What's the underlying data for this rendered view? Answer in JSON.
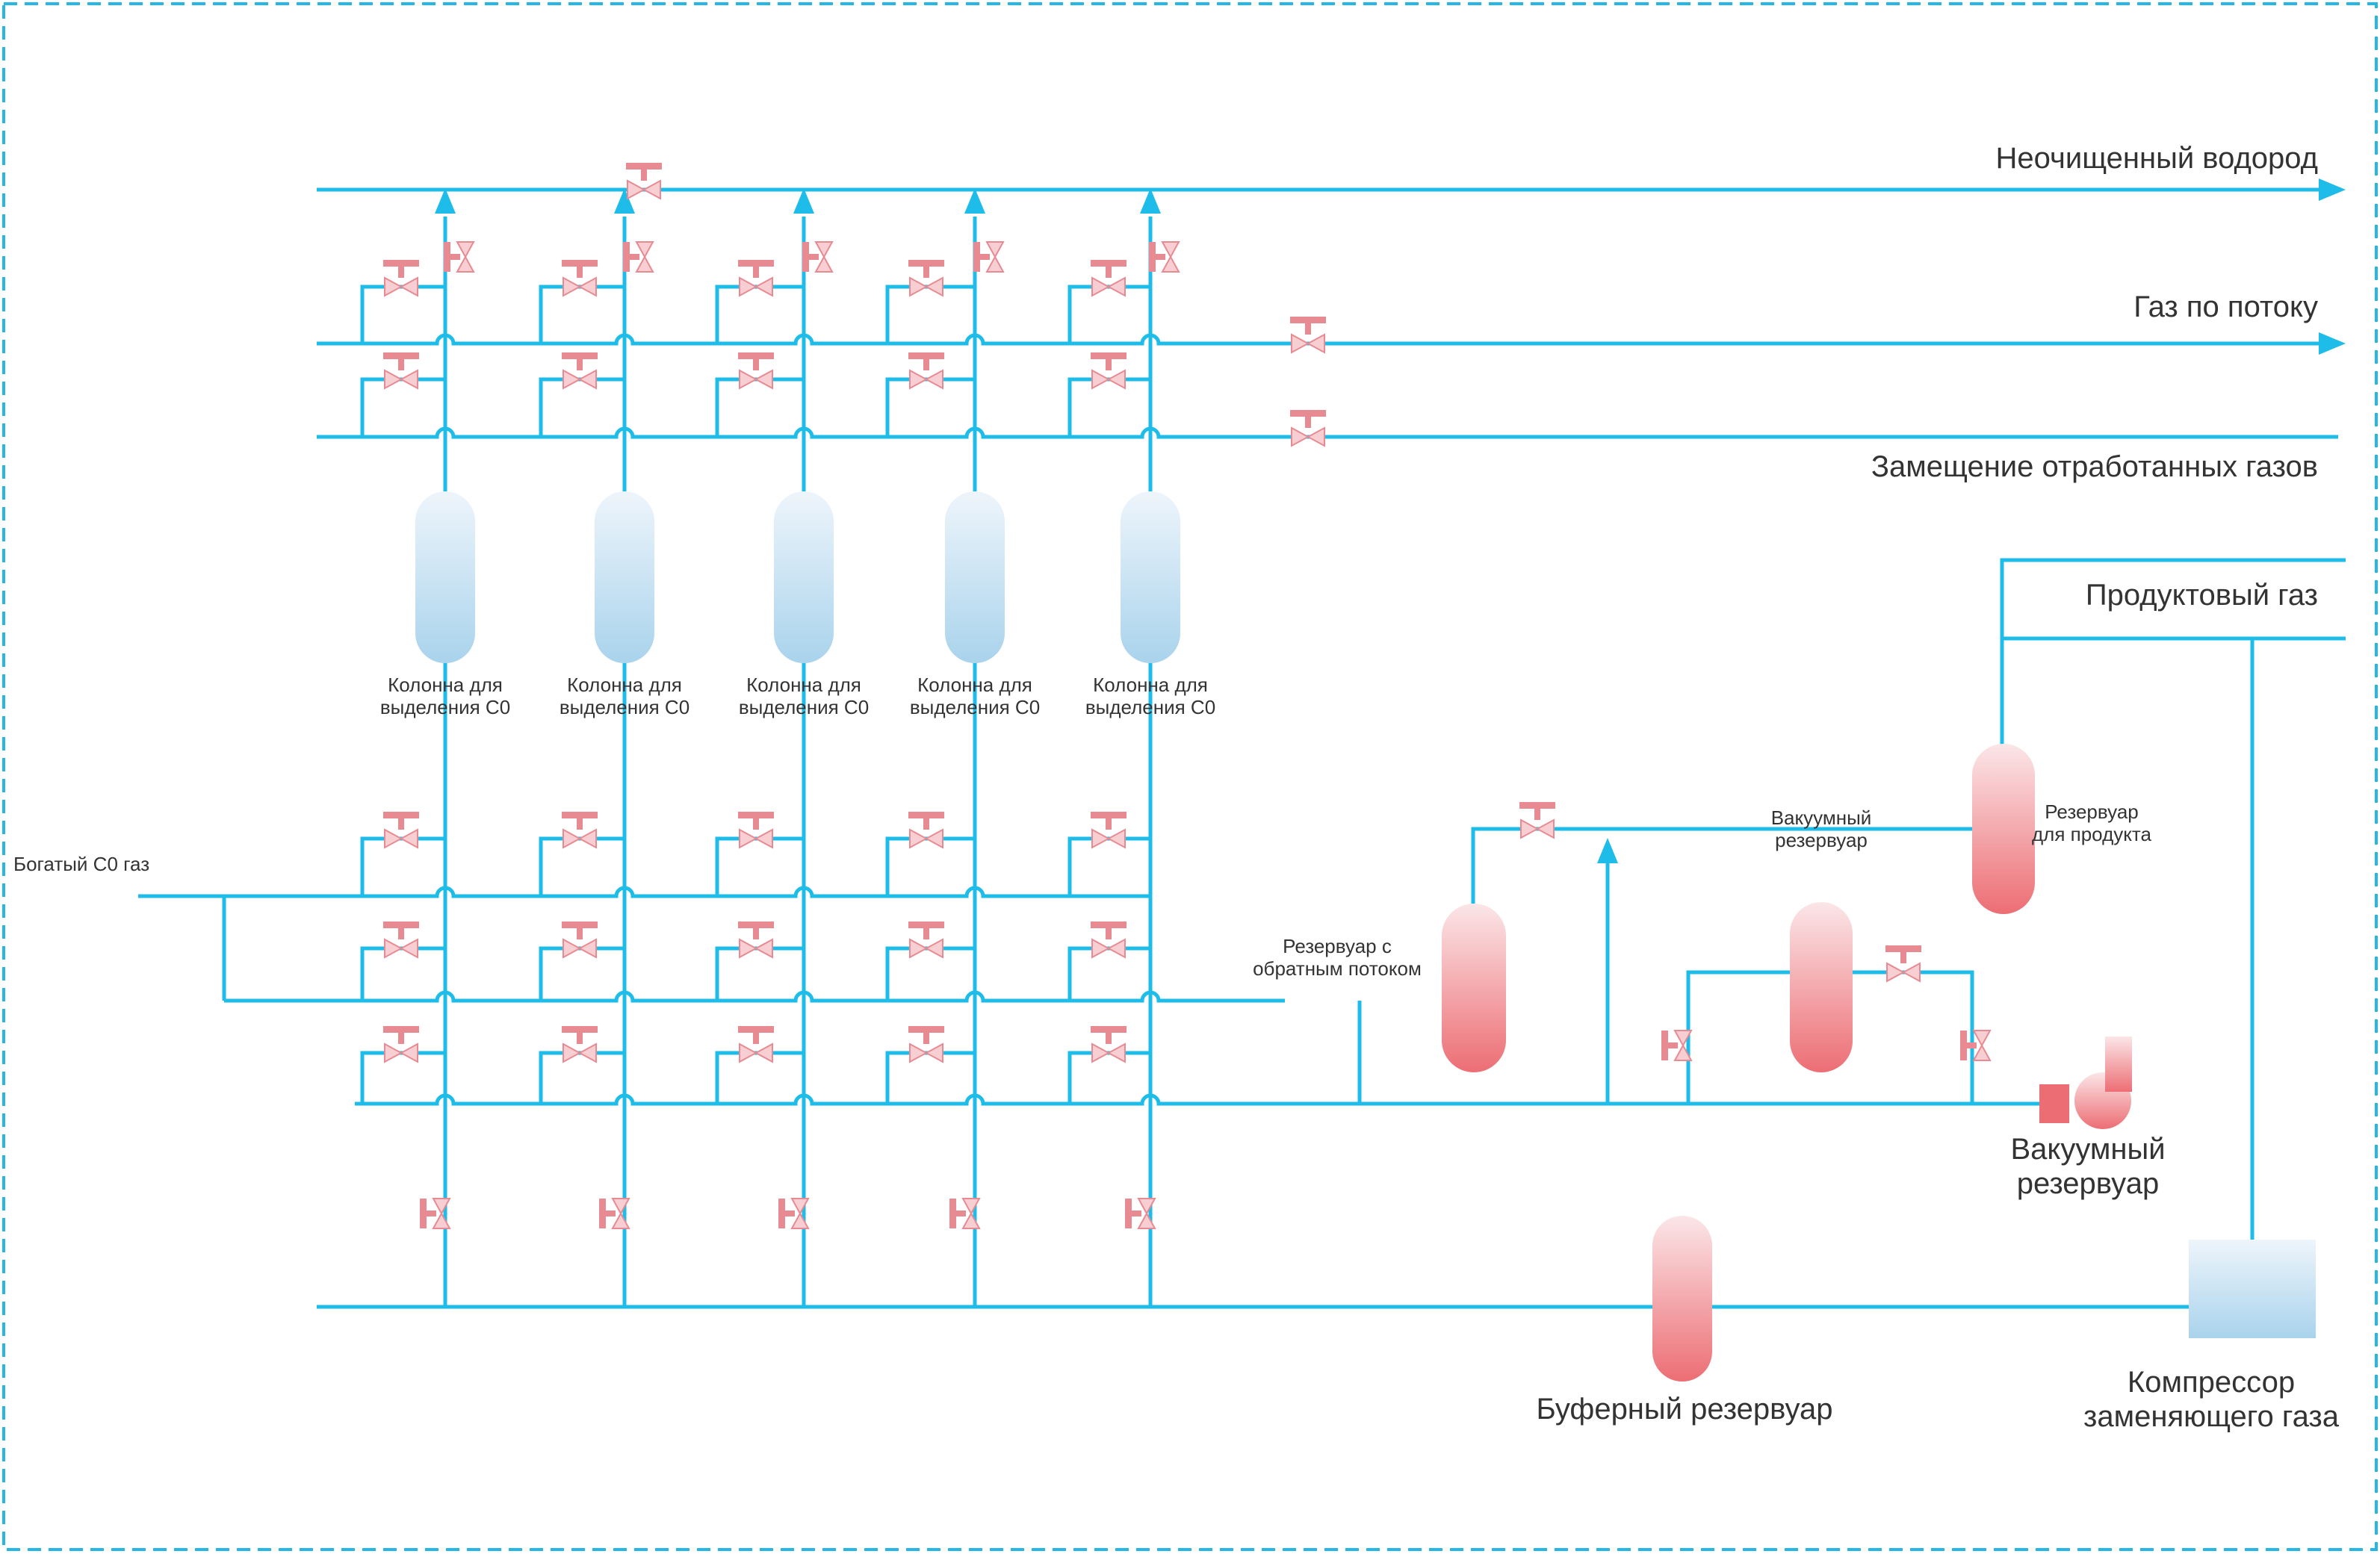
{
  "colors": {
    "pipe": "#1ebce8",
    "valve": "#e88a92",
    "valve_light": "#f7cfd3",
    "frame": "#26b7e6",
    "column_top": "#eef5fb",
    "column_bottom": "#a9d3ec",
    "red_top": "#fbe6e8",
    "red_bottom": "#ec6e74",
    "text": "#333333"
  },
  "labels": {
    "raw_hydrogen": "Неочищенный водород",
    "downstream_gas": "Газ по потоку",
    "exhaust_replacement": "Замещение отработанных газов",
    "product_gas": "Продуктовый газ",
    "rich_co_gas": "Богатый С0 газ",
    "product_tank": [
      "Резервуар",
      "для продукта"
    ],
    "vacuum_tank_small": [
      "Вакуумный",
      "резервуар"
    ],
    "reflux_tank": [
      "Резервуар с",
      "обратным потоком"
    ],
    "vacuum_pump": [
      "Вакуумный",
      "резервуар"
    ],
    "buffer_tank": "Буферный резервуар",
    "compressor": [
      "Компрессор",
      "заменяющего газа"
    ]
  },
  "columns": [
    {
      "label": [
        "Колонна для",
        "выделения С0"
      ]
    },
    {
      "label": [
        "Колонна для",
        "выделения С0"
      ]
    },
    {
      "label": [
        "Колонна для",
        "выделения С0"
      ]
    },
    {
      "label": [
        "Колонна для",
        "выделения С0"
      ]
    },
    {
      "label": [
        "Колонна для",
        "выделения С0"
      ]
    }
  ]
}
